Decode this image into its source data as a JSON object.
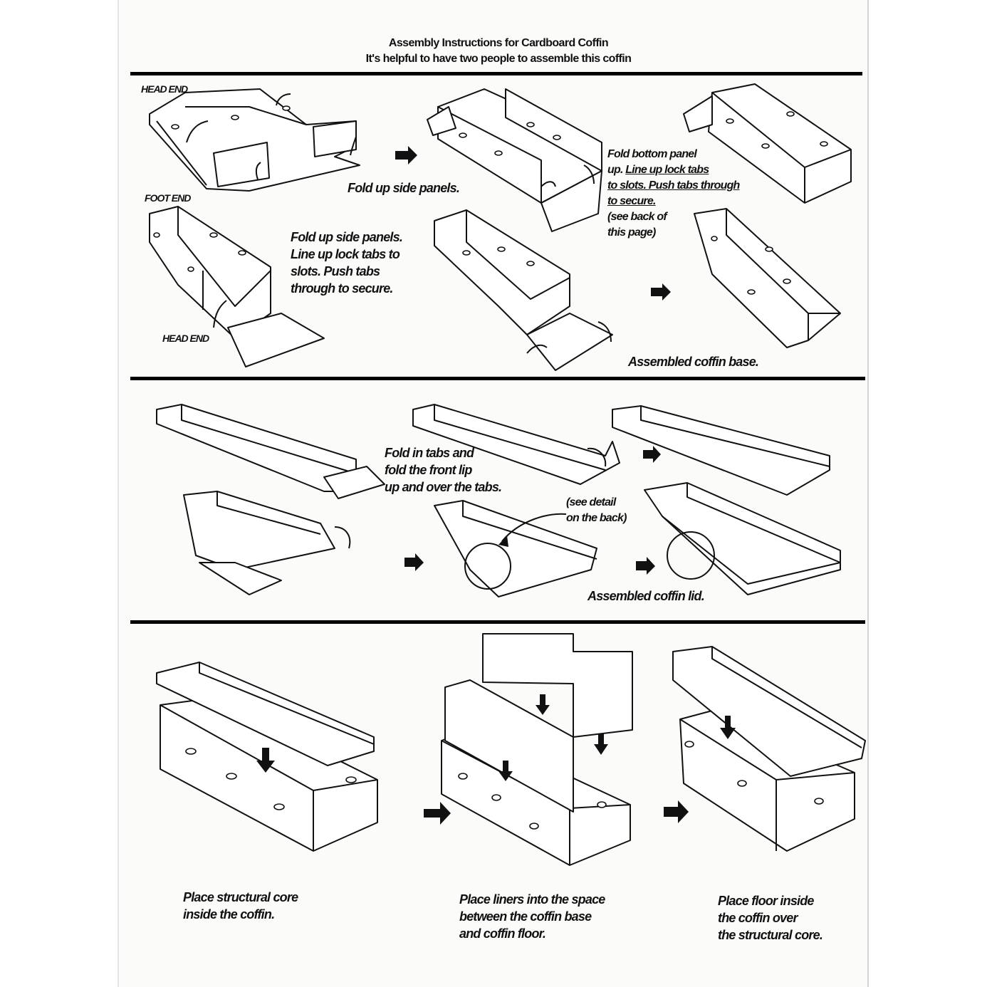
{
  "header": {
    "title": "Assembly Instructions for Cardboard Coffin",
    "subtitle": "It's helpful to have two people to assemble this coffin"
  },
  "base_section": {
    "head_end_label": "HEAD END",
    "foot_end_label": "FOOT END",
    "head_end_label_2": "HEAD END",
    "fold_side_panels": "Fold up side panels.",
    "fold_bottom_line1": "Fold bottom panel",
    "fold_bottom_line2_plain": "up.",
    "fold_bottom_line2_underlined": "Line up lock tabs",
    "fold_bottom_line3": "to slots. Push tabs through",
    "fold_bottom_line4": "to secure.",
    "see_back_line1": "(see back of",
    "see_back_line2": "this page)",
    "foot_instr_line1": "Fold up side panels.",
    "foot_instr_line2": "Line up lock tabs to",
    "foot_instr_line3": "slots. Push tabs",
    "foot_instr_line4": "through to secure.",
    "assembled_base": "Assembled coffin base."
  },
  "lid_section": {
    "fold_tabs_line1": "Fold in tabs and",
    "fold_tabs_line2": "fold the front lip",
    "fold_tabs_line3": "up and over the tabs.",
    "see_detail_line1": "(see detail",
    "see_detail_line2": "on the back)",
    "assembled_lid": "Assembled coffin lid."
  },
  "final_section": {
    "step1_line1": "Place structural core",
    "step1_line2": "inside the coffin.",
    "step2_line1": "Place liners into the space",
    "step2_line2": "between the coffin base",
    "step2_line3": "and coffin floor.",
    "step3_line1": "Place floor inside",
    "step3_line2": "the coffin over",
    "step3_line3": "the structural core."
  },
  "colors": {
    "ink": "#111111",
    "paper": "#fbfbfa"
  }
}
